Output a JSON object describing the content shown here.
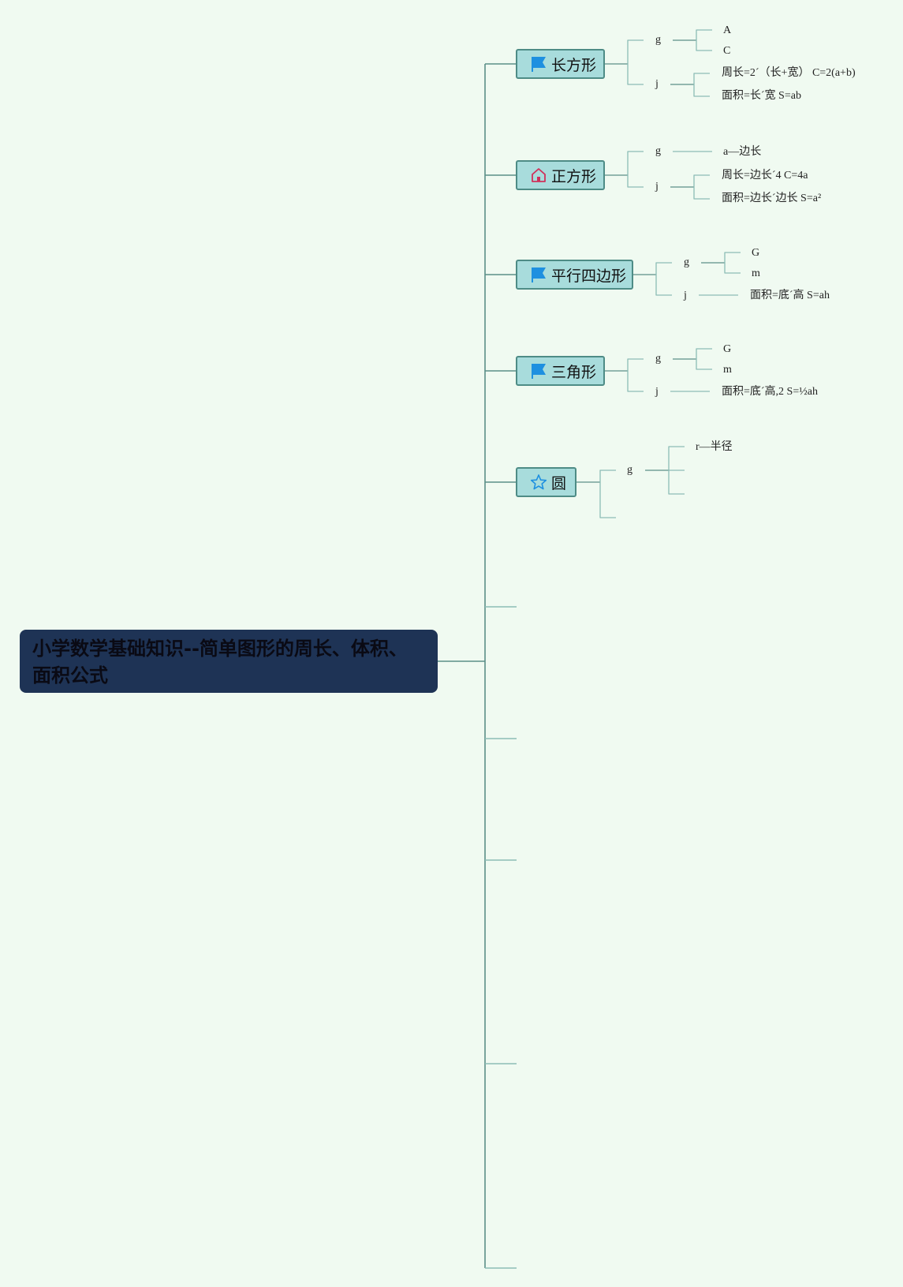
{
  "root": {
    "title": "小学数学基础知识--简单图形的周长、体积、面积公式"
  },
  "topics": [
    {
      "label": "长方形",
      "icon": "flag-icon",
      "icon_color": "#1e90e0",
      "branches": [
        {
          "label": "g",
          "leaves": [
            "A",
            "C"
          ]
        },
        {
          "label": "j",
          "leaves": [
            "周长=2´（长+宽） C=2(a+b)",
            "面积=长´宽 S=ab"
          ]
        }
      ]
    },
    {
      "label": "正方形",
      "icon": "home-icon",
      "icon_color": "#d0305a",
      "branches": [
        {
          "label": "g",
          "leaves": [
            "a—边长"
          ]
        },
        {
          "label": "j",
          "leaves": [
            "周长=边长´4 C=4a",
            "面积=边长´边长 S=a²"
          ]
        }
      ]
    },
    {
      "label": "平行四边形",
      "icon": "flag-icon",
      "icon_color": "#1e90e0",
      "branches": [
        {
          "label": "g",
          "leaves": [
            "G",
            "m"
          ]
        },
        {
          "label": "j",
          "leaves": [
            "面积=底´高 S=ah"
          ]
        }
      ]
    },
    {
      "label": "三角形",
      "icon": "flag-icon",
      "icon_color": "#1e90e0",
      "branches": [
        {
          "label": "g",
          "leaves": [
            "G",
            "m"
          ]
        },
        {
          "label": "j",
          "leaves": [
            "面积=底´高,2 S=½ah"
          ]
        }
      ]
    },
    {
      "label": "圆",
      "icon": "star-icon",
      "icon_color": "#1e90e0",
      "branches": [
        {
          "label": "g",
          "leaves": [
            "r—半径",
            "",
            ""
          ]
        },
        {
          "label": "",
          "leaves": []
        }
      ]
    }
  ],
  "colors": {
    "background": "#f0faf1",
    "root_fill": "#1e3355",
    "topic_fill": "#a8dcdc",
    "topic_border": "#4e8c86",
    "line_main": "#5b8f88",
    "line_light": "#8cbcb6"
  }
}
